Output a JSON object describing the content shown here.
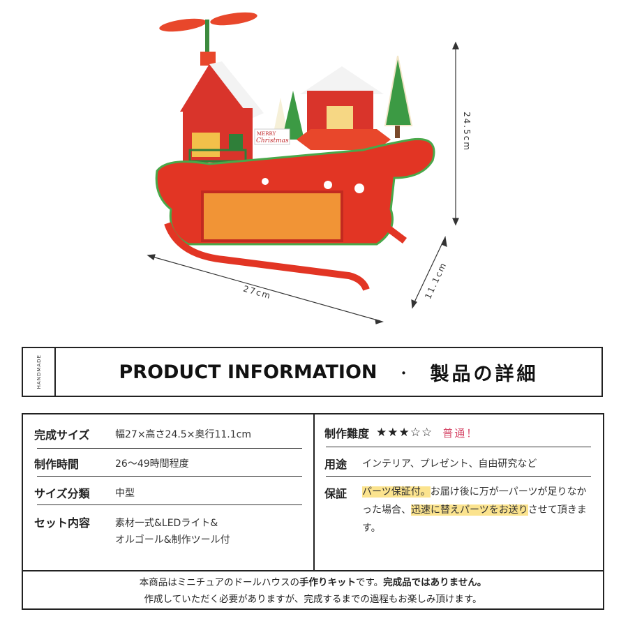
{
  "product_photo": {
    "subject": "Christmas sleigh miniature dollhouse kit with rotating propeller house, market stall, trees, Merry Christmas sign",
    "sign_text": "MERRY Christmas",
    "dimensions": {
      "width": "27cm",
      "height": "24.5cm",
      "depth": "11.1cm"
    }
  },
  "header": {
    "side_tag": "HANDMADE",
    "title_en": "PRODUCT INFORMATION",
    "separator": "・",
    "title_jp": "製品の詳細"
  },
  "specs_left": [
    {
      "label": "完成サイズ",
      "value": "幅27×高さ24.5×奥行11.1cm"
    },
    {
      "label": "制作時間",
      "value": "26〜49時間程度"
    },
    {
      "label": "サイズ分類",
      "value": "中型"
    },
    {
      "label": "セット内容",
      "value_line1": "素材一式&LEDライト&",
      "value_line2": "オルゴール&制作ツール付"
    }
  ],
  "specs_right": {
    "difficulty": {
      "label": "制作難度",
      "stars": "★★★☆☆",
      "rating": 3,
      "max": 5,
      "note": "普通！",
      "note_color": "#d64a6a"
    },
    "usage": {
      "label": "用途",
      "value": "インテリア、プレゼント、自由研究など"
    },
    "warranty": {
      "label": "保証",
      "highlight1": "パーツ保証付。",
      "text1": "お届け後に万が一パーツが足りなかった場合、",
      "highlight2": "迅速に替えパーツをお送り",
      "text2": "させて頂きます。",
      "highlight_color": "#fbe38e"
    }
  },
  "notice": {
    "line1_pre": "本商品はミニチュアのドールハウスの",
    "line1_bold1": "手作りキット",
    "line1_mid": "です。",
    "line1_bold2": "完成品ではありません。",
    "line2": "作成していただく必要がありますが、完成するまでの過程もお楽しみ頂けます。"
  }
}
